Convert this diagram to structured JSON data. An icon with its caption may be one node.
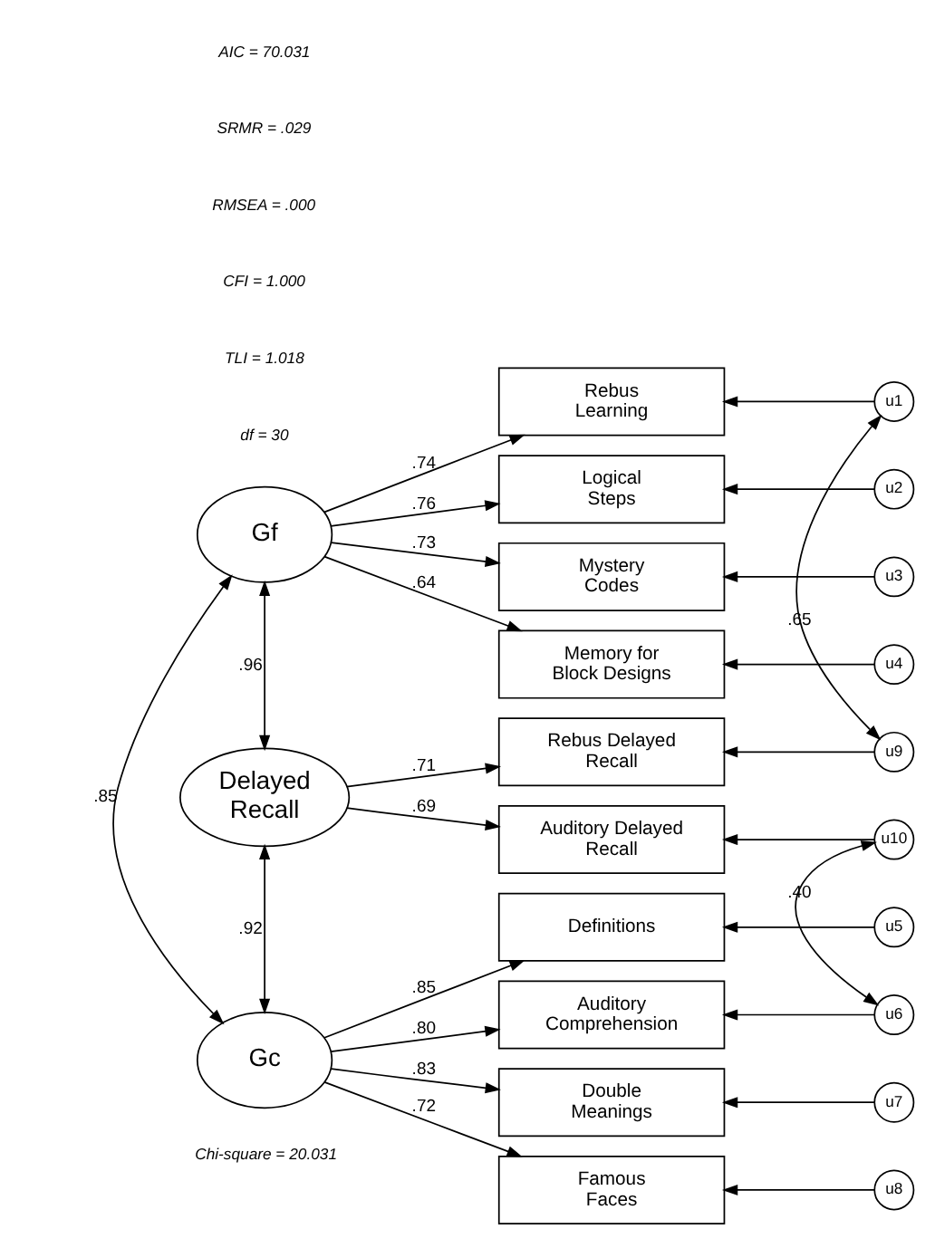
{
  "diagram": {
    "nodes": [
      {
        "text": [
          "Gf"
        ]
      },
      {
        "text": [
          "Gc"
        ]
      },
      {
        "text": [
          "Delayed Recall"
        ]
      },
      {
        "text": [
          "Rebus Learning"
        ]
      },
      {
        "text": [
          "Logical Steps"
        ]
      },
      {
        "text": [
          "Mystery Codes"
        ]
      },
      {
        "text": [
          "Memory for Block Designs"
        ]
      },
      {
        "text": [
          "Definitions"
        ]
      },
      {
        "text": [
          "Auditory Comprehension"
        ]
      },
      {
        "text": [
          "Double Meanings"
        ]
      },
      {
        "text": [
          "Famous Faces"
        ]
      },
      {
        "text": [
          "Rebus Delayed Recall"
        ]
      },
      {
        "text": [
          "Auditory Delayed Recall"
        ]
      },
      {
        "text": [
          "u1"
        ]
      },
      {
        "text": [
          "u2"
        ]
      },
      {
        "text": [
          "u3"
        ]
      },
      {
        "text": [
          "u4"
        ]
      },
      {
        "text": [
          "u5"
        ]
      },
      {
        "text": [
          "u6"
        ]
      },
      {
        "text": [
          "u7"
        ]
      },
      {
        "text": [
          "u8"
        ]
      },
      {
        "text": [
          "u9"
        ]
      },
      {
        "text": [
          "u10"
        ]
      }
    ],
    "edges": [
      {
        "from": 0,
        "to": 3,
        "arrow": "to",
        "label": ".74"
      },
      {
        "from": 0,
        "to": 4,
        "arrow": "to",
        "label": ".76"
      },
      {
        "from": 0,
        "to": 5,
        "arrow": "to",
        "label": ".73"
      },
      {
        "from": 0,
        "to": 6,
        "arrow": "to",
        "label": ".64"
      },
      {
        "from": 1,
        "to": 7,
        "arrow": "to",
        "label": ".85"
      },
      {
        "from": 1,
        "to": 8,
        "arrow": "to",
        "label": ".80"
      },
      {
        "from": 1,
        "to": 9,
        "arrow": "to",
        "label": ".83"
      },
      {
        "from": 1,
        "to": 10,
        "arrow": "to",
        "label": ".72"
      },
      {
        "from": 2,
        "to": 11,
        "arrow": "to",
        "label": ".71"
      },
      {
        "from": 2,
        "to": 12,
        "arrow": "to",
        "label": ".69"
      },
      {
        "from": 13,
        "to": 3,
        "arrow": "to"
      },
      {
        "from": 14,
        "to": 4,
        "arrow": "to"
      },
      {
        "from": 15,
        "to": 5,
        "arrow": "to"
      },
      {
        "from": 16,
        "to": 6,
        "arrow": "to"
      },
      {
        "from": 17,
        "to": 7,
        "arrow": "to"
      },
      {
        "from": 18,
        "to": 8,
        "arrow": "to"
      },
      {
        "from": 19,
        "to": 9,
        "arrow": "to"
      },
      {
        "from": 20,
        "to": 10,
        "arrow": "to"
      },
      {
        "from": 21,
        "to": 11,
        "arrow": "to"
      },
      {
        "from": 22,
        "to": 12,
        "arrow": "to"
      },
      {
        "from": 0,
        "to": 1,
        "arrow": "both",
        "label": ".85"
      },
      {
        "from": 0,
        "to": 2,
        "arrow": "both",
        "label": ".96"
      },
      {
        "from": 1,
        "to": 2,
        "arrow": "both",
        "label": ".92"
      },
      {
        "from": 13,
        "to": 21,
        "arrow": "both",
        "label": ".65"
      },
      {
        "from": 18,
        "to": 22,
        "arrow": "both",
        "label": ".40"
      }
    ],
    "labels": [
      "Chi-square = 20.031",
      "df = 30",
      "TLI = 1.018",
      "CFI = 1.000",
      "RMSEA = .000",
      "SRMR = .029",
      "AIC = 70.031"
    ]
  }
}
